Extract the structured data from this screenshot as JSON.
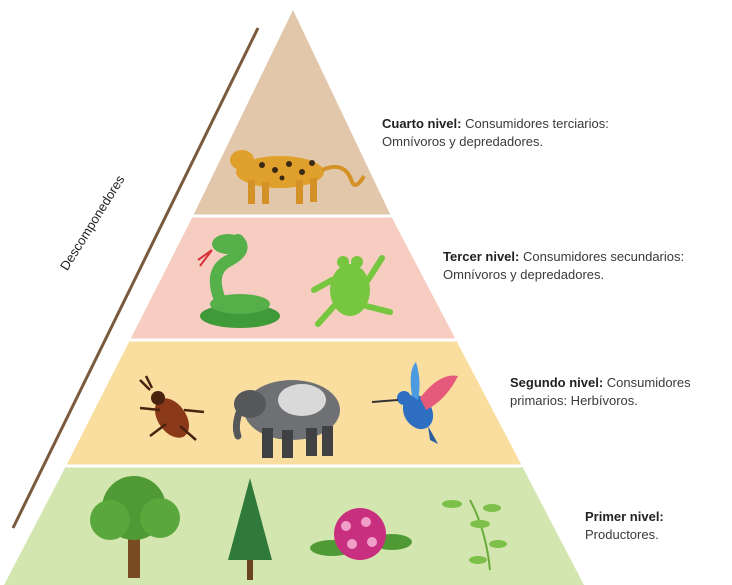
{
  "side_label": "Descomponedores",
  "levels": [
    {
      "id": "cuarto",
      "title": "Cuarto nivel:",
      "line1": "Consumidores terciarios:",
      "line2": "Omnívoros y depredadores.",
      "color": "#e2c7ab"
    },
    {
      "id": "tercer",
      "title": "Tercer nivel:",
      "line1": "Consumidores secundarios:",
      "line2": "Omnívoros y depredadores.",
      "color": "#f6cdc0"
    },
    {
      "id": "segundo",
      "title": "Segundo nivel:",
      "line1": "Consumidores",
      "line2": "primarios: Herbívoros.",
      "color": "#fadea0"
    },
    {
      "id": "primer",
      "title": "Primer nivel:",
      "line1": "",
      "line2": "Productores.",
      "color": "#d3e6b0"
    }
  ],
  "icons": [
    "jaguar-icon",
    "snake-icon",
    "frog-icon",
    "beetle-icon",
    "tapir-icon",
    "hummingbird-icon",
    "tree-icon",
    "conifer-icon",
    "flower-icon",
    "herb-icon"
  ]
}
